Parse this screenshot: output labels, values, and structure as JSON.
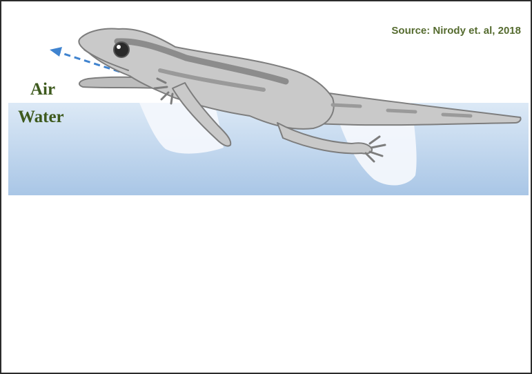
{
  "figure": {
    "source": "Source: Nirody et. al, 2018",
    "air_label": "Air",
    "water_label": "Water"
  },
  "colors": {
    "water_top": "#dce9f6",
    "water_bottom": "#a9c6e6",
    "gecko_body": "#c9c9c9",
    "gecko_outline": "#7d7d7d",
    "gecko_stripe": "#8c8c8c",
    "arrow": "#3f83cf",
    "label_text": "#3e5a1e"
  },
  "icons": {
    "animal": "gecko-icon",
    "direction": "dashed-arrow-icon"
  }
}
